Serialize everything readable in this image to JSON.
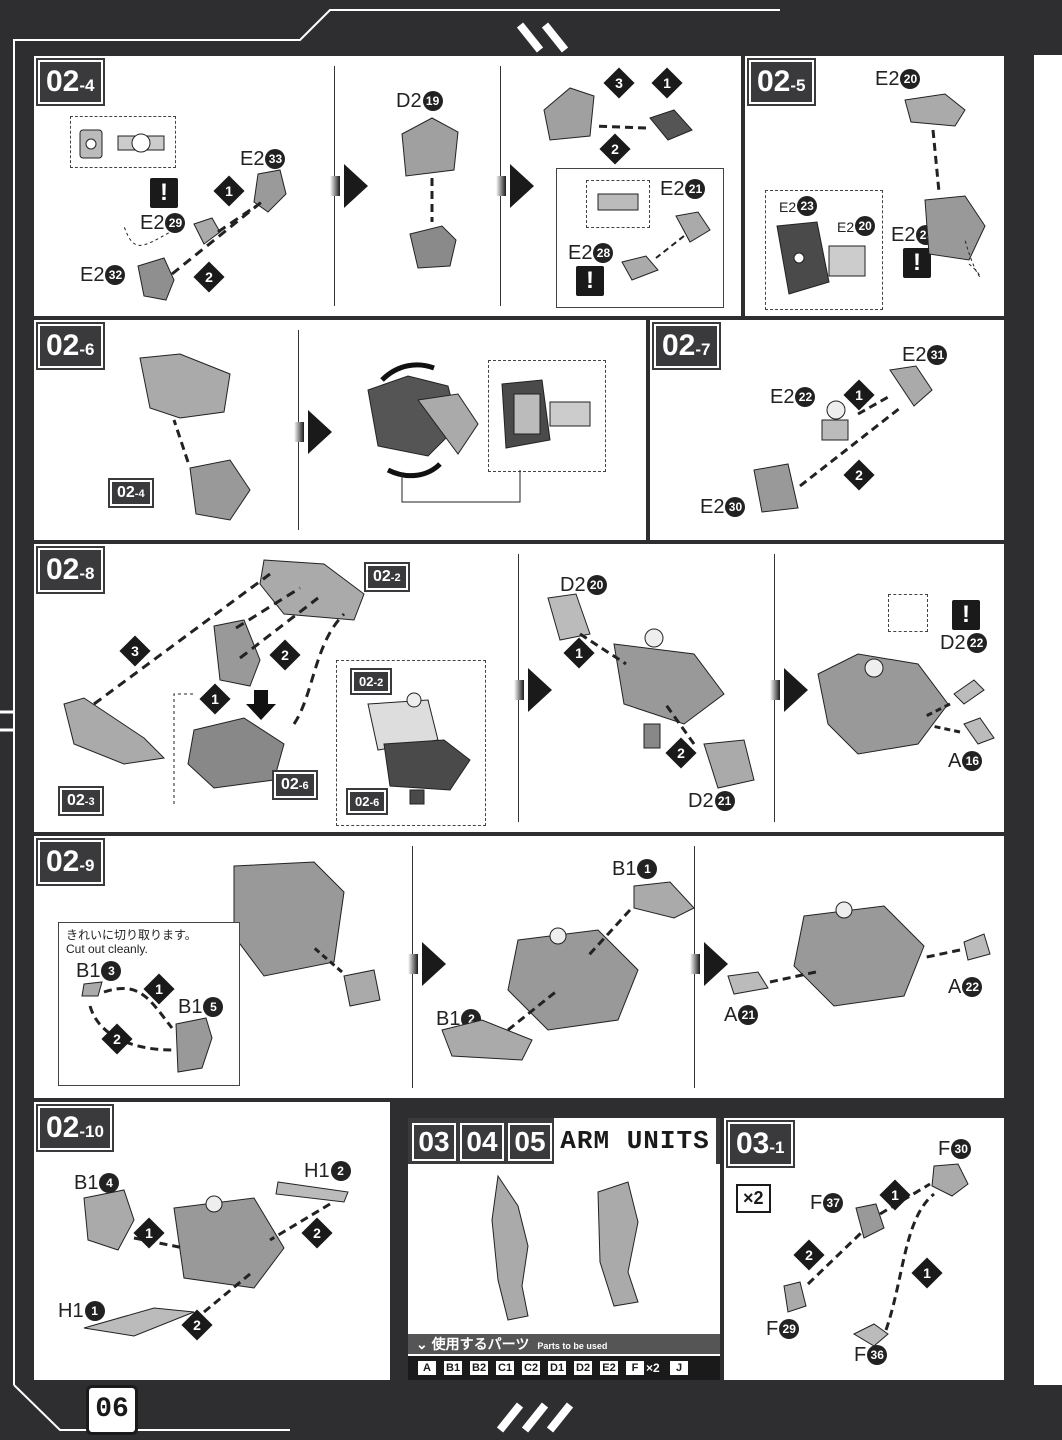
{
  "page_number": "06",
  "sections": {
    "s02_4": {
      "main": "02",
      "sub": "-4"
    },
    "s02_5": {
      "main": "02",
      "sub": "-5"
    },
    "s02_6": {
      "main": "02",
      "sub": "-6"
    },
    "s02_7": {
      "main": "02",
      "sub": "-7"
    },
    "s02_8": {
      "main": "02",
      "sub": "-8"
    },
    "s02_9": {
      "main": "02",
      "sub": "-9"
    },
    "s02_10": {
      "main": "02",
      "sub": "-10"
    },
    "s03_1": {
      "main": "03",
      "sub": "-1"
    }
  },
  "refs": {
    "r02_4": {
      "main": "02",
      "sub": "-4"
    },
    "r02_2a": {
      "main": "02",
      "sub": "-2"
    },
    "r02_2b": {
      "main": "02",
      "sub": "-2"
    },
    "r02_3": {
      "main": "02",
      "sub": "-3"
    },
    "r02_6a": {
      "main": "02",
      "sub": "-6"
    },
    "r02_6b": {
      "main": "02",
      "sub": "-6"
    }
  },
  "parts": {
    "e2_33": {
      "runner": "E2",
      "num": "33"
    },
    "e2_29": {
      "runner": "E2",
      "num": "29"
    },
    "e2_32": {
      "runner": "E2",
      "num": "32"
    },
    "d2_19": {
      "runner": "D2",
      "num": "19"
    },
    "e2_21": {
      "runner": "E2",
      "num": "21"
    },
    "e2_28": {
      "runner": "E2",
      "num": "28"
    },
    "e2_20a": {
      "runner": "E2",
      "num": "20"
    },
    "e2_23a": {
      "runner": "E2",
      "num": "23"
    },
    "e2_20b": {
      "runner": "E2",
      "num": "20"
    },
    "e2_23b": {
      "runner": "E2",
      "num": "23"
    },
    "e2_31": {
      "runner": "E2",
      "num": "31"
    },
    "e2_22": {
      "runner": "E2",
      "num": "22"
    },
    "e2_30": {
      "runner": "E2",
      "num": "30"
    },
    "d2_20": {
      "runner": "D2",
      "num": "20"
    },
    "d2_21": {
      "runner": "D2",
      "num": "21"
    },
    "d2_22": {
      "runner": "D2",
      "num": "22"
    },
    "a_16": {
      "runner": "A",
      "num": "16"
    },
    "b1_1": {
      "runner": "B1",
      "num": "1"
    },
    "b1_3": {
      "runner": "B1",
      "num": "3"
    },
    "b1_5": {
      "runner": "B1",
      "num": "5"
    },
    "b1_2": {
      "runner": "B1",
      "num": "2"
    },
    "a_21": {
      "runner": "A",
      "num": "21"
    },
    "a_22": {
      "runner": "A",
      "num": "22"
    },
    "b1_4": {
      "runner": "B1",
      "num": "4"
    },
    "h1_2": {
      "runner": "H1",
      "num": "2"
    },
    "h1_1": {
      "runner": "H1",
      "num": "1"
    },
    "f_30": {
      "runner": "F",
      "num": "30"
    },
    "f_37": {
      "runner": "F",
      "num": "37"
    },
    "f_29": {
      "runner": "F",
      "num": "29"
    },
    "f_36": {
      "runner": "F",
      "num": "36"
    }
  },
  "cut_note": {
    "jp": "きれいに切り取ります。",
    "en": "Cut out cleanly."
  },
  "arm": {
    "nums": [
      "03",
      "04",
      "05"
    ],
    "title": "ARM UNITS",
    "parts_jp": "使用するパーツ",
    "parts_en": "Parts to be used",
    "chips": [
      "A",
      "B1",
      "B2",
      "C1",
      "C2",
      "D1",
      "D2",
      "E2",
      "F",
      "×2",
      "J"
    ]
  },
  "x2_badge": "×2",
  "steps": {
    "one": "1",
    "two": "2",
    "three": "3"
  },
  "warn_mark": "!",
  "colors": {
    "frame": "#2e2e30",
    "tag": "#3a3a3c",
    "part_gray": "#9a9a9a",
    "part_dark": "#4a4a4a"
  }
}
